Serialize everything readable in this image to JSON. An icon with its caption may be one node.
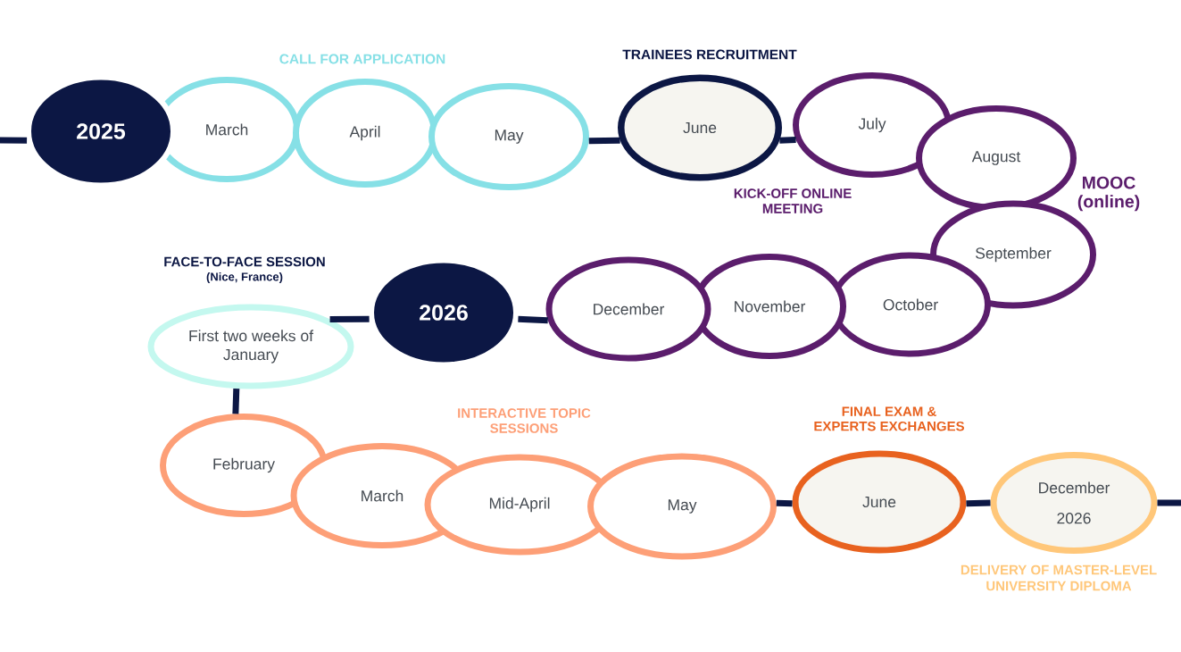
{
  "diagram": {
    "nodes": [
      {
        "text": [
          "2025"
        ]
      },
      {
        "text": [
          "March"
        ]
      },
      {
        "text": [
          "April"
        ]
      },
      {
        "text": [
          "May"
        ]
      },
      {
        "text": [
          "June"
        ],
        "beside": [
          "TRAINEES RECRUITMENT"
        ]
      },
      {
        "text": [
          "July"
        ]
      },
      {
        "text": [
          "August"
        ]
      },
      {
        "text": [
          "September"
        ]
      },
      {
        "text": [
          "October"
        ]
      },
      {
        "text": [
          "November"
        ]
      },
      {
        "text": [
          "December"
        ]
      },
      {
        "text": [
          "2026"
        ]
      },
      {
        "text": [
          "First two weeks of January"
        ],
        "beside": [
          "FACE-TO-FACE SESSION",
          "(Nice, France)"
        ]
      },
      {
        "text": [
          "February"
        ]
      },
      {
        "text": [
          "March"
        ]
      },
      {
        "text": [
          "Mid-April"
        ]
      },
      {
        "text": [
          "May"
        ]
      },
      {
        "text": [
          "June"
        ],
        "beside": [
          "FINAL EXAM & EXPERTS EXCHANGES"
        ]
      },
      {
        "text": [
          "December 2026"
        ],
        "beside": [
          "DELIVERY OF MASTER-LEVEL UNIVERSITY DIPLOMA"
        ]
      }
    ],
    "edges": [
      {
        "from": null,
        "to": 0,
        "arrow": "none"
      },
      {
        "from": 3,
        "to": 4,
        "arrow": "none"
      },
      {
        "from": 4,
        "to": 5,
        "arrow": "none"
      },
      {
        "from": 10,
        "to": 11,
        "arrow": "none"
      },
      {
        "from": 11,
        "to": 12,
        "arrow": "none"
      },
      {
        "from": 12,
        "to": 13,
        "arrow": "none"
      },
      {
        "from": 16,
        "to": 17,
        "arrow": "none"
      },
      {
        "from": 17,
        "to": 18,
        "arrow": "none"
      },
      {
        "from": 18,
        "to": null,
        "arrow": "none"
      }
    ],
    "labels": [
      "CALL FOR APPLICATION",
      "KICK-OFF ONLINE MEETING",
      "MOOC (online)",
      "INTERACTIVE TOPIC SESSIONS"
    ]
  }
}
